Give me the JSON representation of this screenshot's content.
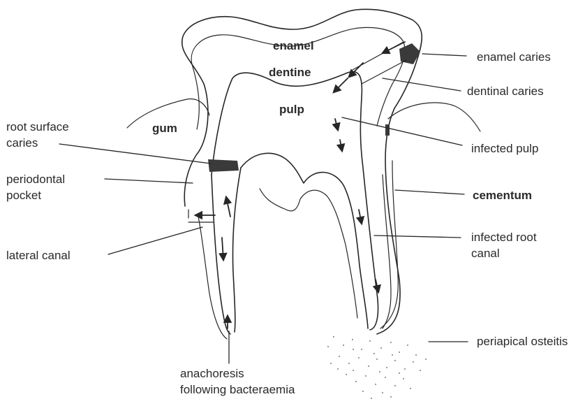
{
  "labels": {
    "enamel": "enamel",
    "dentine": "dentine",
    "pulp": "pulp",
    "gum": "gum",
    "enamel_caries": "enamel caries",
    "dentinal_caries": "dentinal caries",
    "root_surface_caries_line1": "root surface",
    "root_surface_caries_line2": "caries",
    "infected_pulp": "infected pulp",
    "periodontal_pocket_line1": "periodontal",
    "periodontal_pocket_line2": "pocket",
    "cementum": "cementum",
    "lateral_canal": "lateral canal",
    "infected_root_canal_line1": "infected root",
    "infected_root_canal_line2": "canal",
    "periapical_osteitis": "periapical osteitis",
    "anachoresis_line1": "anachoresis",
    "anachoresis_line2": "following bacteraemia"
  }
}
